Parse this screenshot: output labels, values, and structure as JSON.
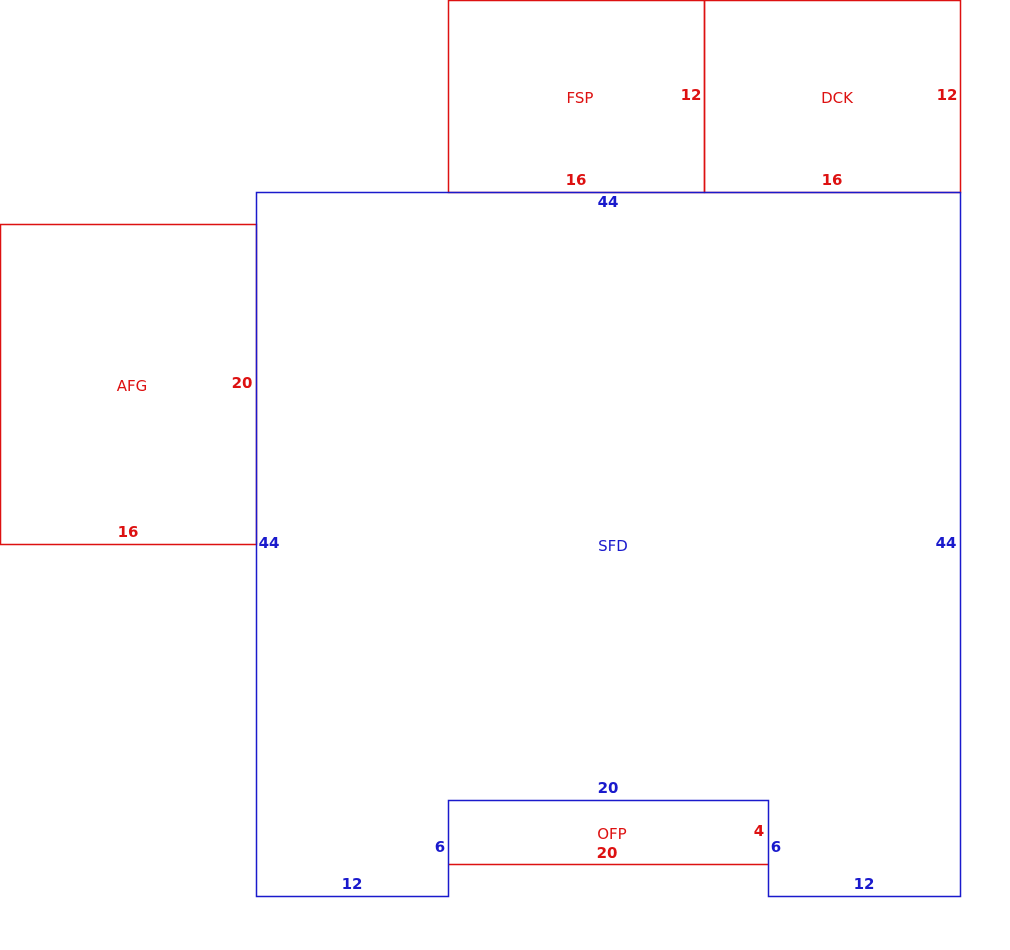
{
  "colors": {
    "main": "#1a1acc",
    "addition": "#dd1111"
  },
  "areas": {
    "sfd": {
      "label": "SFD",
      "dim_top": "44",
      "dim_left": "44",
      "dim_right": "44",
      "dim_bottom_left": "12",
      "dim_bottom_right": "12",
      "dim_notch_top": "20",
      "dim_notch_left": "6",
      "dim_notch_right": "6"
    },
    "fsp": {
      "label": "FSP",
      "dim_right": "12",
      "dim_bottom": "16"
    },
    "dck": {
      "label": "DCK",
      "dim_right": "12",
      "dim_bottom": "16"
    },
    "afg": {
      "label": "AFG",
      "dim_right": "20",
      "dim_bottom": "16"
    },
    "ofp": {
      "label": "OFP",
      "dim_right": "4",
      "dim_bottom": "20"
    }
  }
}
